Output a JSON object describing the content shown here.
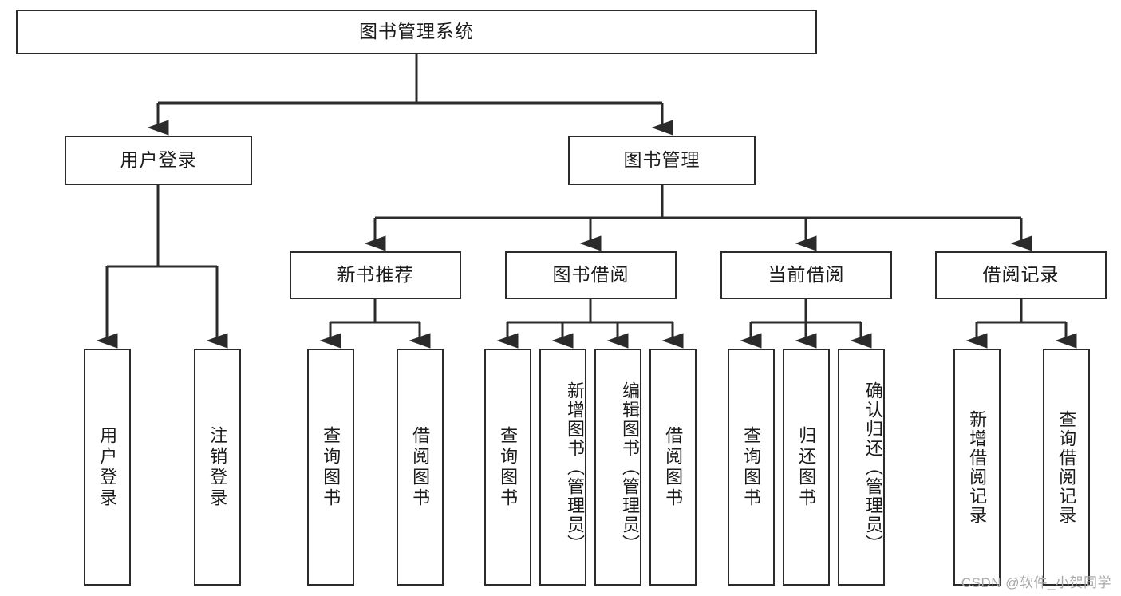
{
  "diagram": {
    "title": "图书管理系统",
    "type": "tree-hierarchy",
    "watermark": "CSDN @软件_小贺同学",
    "colors": {
      "box_border": "#2b2b2b",
      "box_fill": "#ffffff",
      "edge": "#2b2b2b",
      "text": "#1b1b1b",
      "watermark": "#a8a8a8"
    },
    "root": {
      "label": "图书管理系统"
    },
    "level1": [
      {
        "label": "用户登录"
      },
      {
        "label": "图书管理"
      }
    ],
    "level2": [
      {
        "label": "新书推荐"
      },
      {
        "label": "图书借阅"
      },
      {
        "label": "当前借阅"
      },
      {
        "label": "借阅记录"
      }
    ],
    "leaves": {
      "user_login": [
        {
          "label": "用户登录"
        },
        {
          "label": "注销登录"
        }
      ],
      "new_book_recommend": [
        {
          "label": "查询图书"
        },
        {
          "label": "借阅图书"
        }
      ],
      "book_borrow": [
        {
          "label": "查询图书"
        },
        {
          "label": "新增图书（管理员）"
        },
        {
          "label": "编辑图书（管理员）"
        },
        {
          "label": "借阅图书"
        }
      ],
      "current_borrow": [
        {
          "label": "查询图书"
        },
        {
          "label": "归还图书"
        },
        {
          "label": "确认归还（管理员）"
        }
      ],
      "borrow_record": [
        {
          "label": "新增借阅记录"
        },
        {
          "label": "查询借阅记录"
        }
      ]
    }
  }
}
